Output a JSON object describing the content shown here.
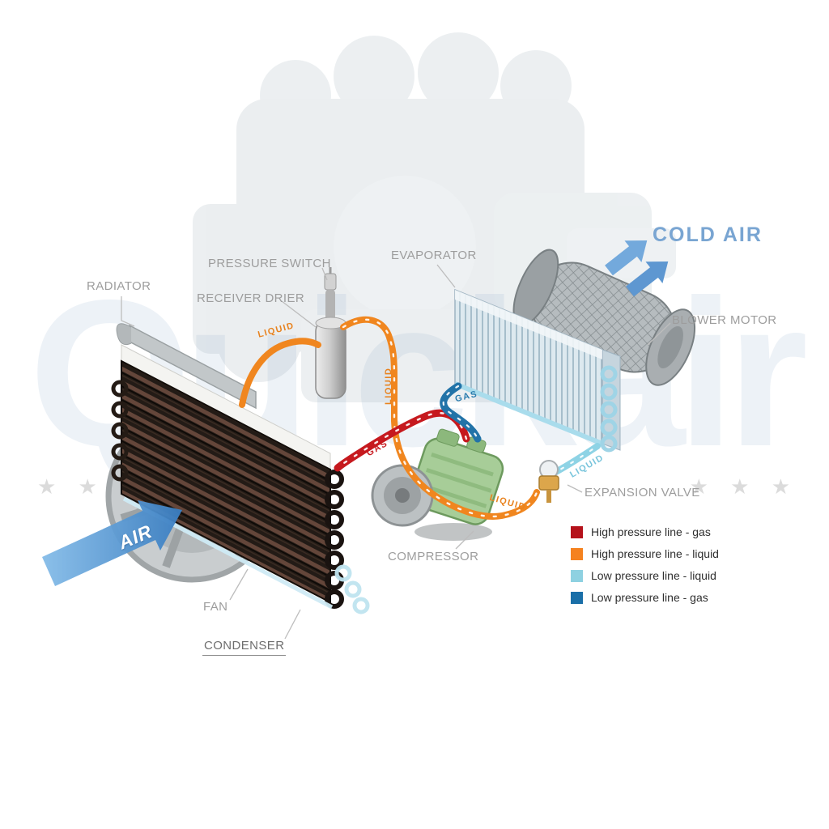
{
  "watermark": {
    "text": "Quickair",
    "stars_left": "★ ★ ★",
    "stars_right": "★ ★ ★"
  },
  "component_labels": {
    "radiator": "RADIATOR",
    "pressure_switch": "PRESSURE SWITCH",
    "receiver_drier": "RECEIVER DRIER",
    "evaporator": "EVAPORATOR",
    "blower_motor": "BLOWER MOTOR",
    "expansion_valve": "EXPANSION VALVE",
    "compressor": "COMPRESSOR",
    "fan": "FAN",
    "condenser": "CONDENSER"
  },
  "air_flow": {
    "cold_air": "COLD AIR",
    "air_in": "AIR"
  },
  "flow_labels": {
    "liquid_to_drier": "LIQUID",
    "liquid_vertical": "LIQUID",
    "gas_low_pressure": "GAS",
    "gas_high_pressure": "GAS",
    "liquid_low_pressure": "LIQUID",
    "liquid_to_valve": "LIQUID"
  },
  "legend": {
    "items": [
      {
        "label": "High pressure line - gas",
        "color": "#b5121b"
      },
      {
        "label": "High pressure line - liquid",
        "color": "#f5821f"
      },
      {
        "label": "Low pressure line - liquid",
        "color": "#8ed1e1"
      },
      {
        "label": "Low pressure line -  gas",
        "color": "#1a6fa8"
      }
    ]
  }
}
